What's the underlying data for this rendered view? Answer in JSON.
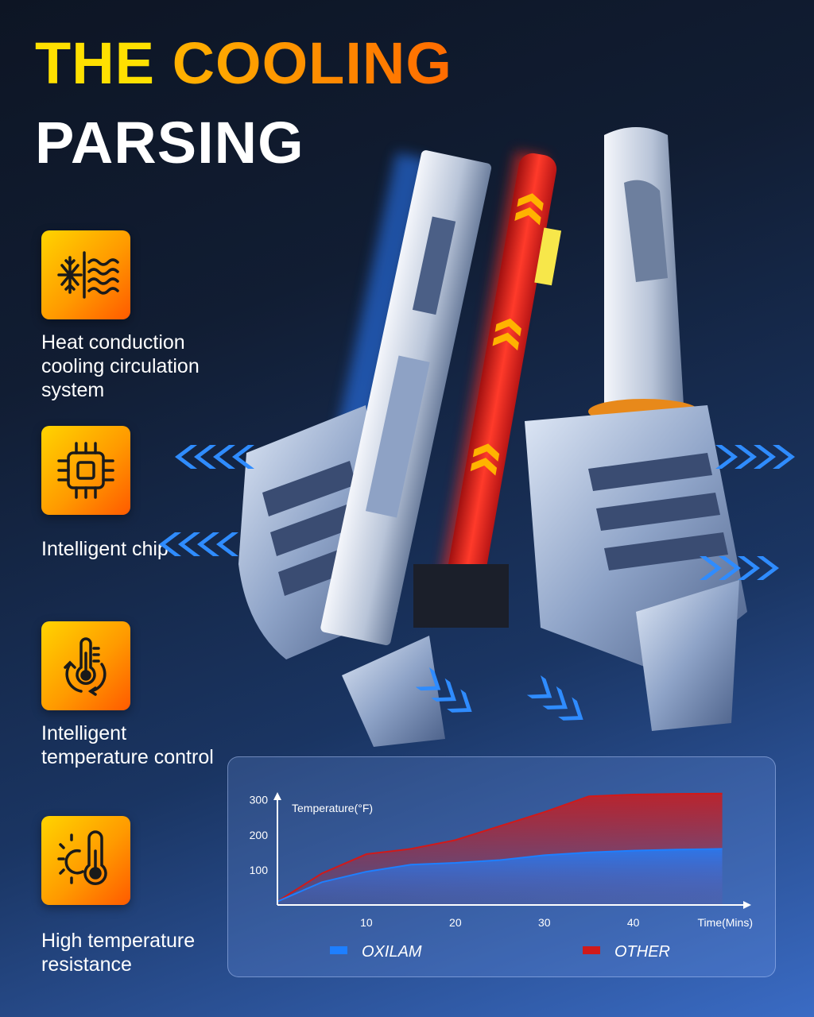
{
  "title": {
    "line1_word1": "THE",
    "line1_word2": "COOLING",
    "line2": "PARSING"
  },
  "features": [
    {
      "label": "Heat conduction cooling circulation system",
      "icon": "heat-cooling-icon"
    },
    {
      "label": "Intelligent chip",
      "icon": "chip-icon"
    },
    {
      "label": "Intelligent temperature control",
      "icon": "thermometer-cycle-icon"
    },
    {
      "label": "High temperature resistance",
      "icon": "sun-thermometer-icon"
    }
  ],
  "colors": {
    "accent_yellow": "#ffe000",
    "accent_orange": "#ff6a00",
    "oxilam": "#1e7fff",
    "other": "#d01a1a"
  },
  "chart_data": {
    "type": "area",
    "ylabel": "Temperature(°F)",
    "xlabel": "Time(Mins)",
    "yticks": [
      100,
      200,
      300
    ],
    "xticks": [
      10,
      20,
      30,
      40
    ],
    "xlim": [
      0,
      52
    ],
    "ylim": [
      0,
      340
    ],
    "series": [
      {
        "name": "OXILAM",
        "color": "#1e7fff",
        "x": [
          0,
          5,
          10,
          15,
          20,
          25,
          30,
          35,
          40,
          45,
          50
        ],
        "values": [
          10,
          65,
          95,
          115,
          120,
          128,
          142,
          150,
          155,
          158,
          160
        ]
      },
      {
        "name": "OTHER",
        "color": "#d01a1a",
        "x": [
          0,
          5,
          10,
          15,
          20,
          25,
          30,
          35,
          40,
          45,
          50
        ],
        "values": [
          10,
          90,
          145,
          160,
          185,
          225,
          265,
          310,
          315,
          317,
          318
        ]
      }
    ]
  }
}
